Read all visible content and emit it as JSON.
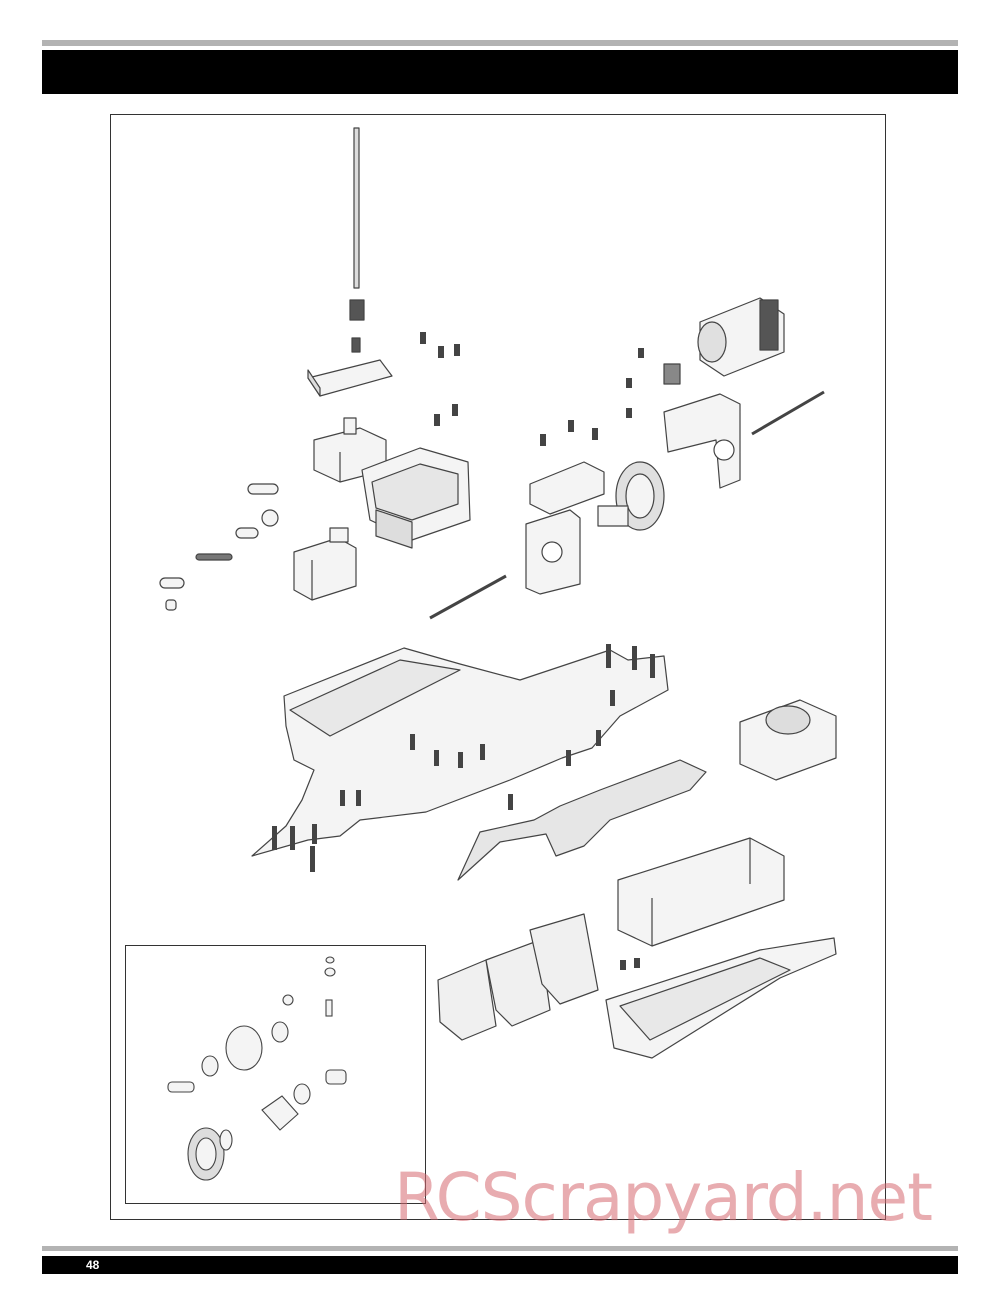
{
  "page": {
    "number": "48"
  },
  "watermark": {
    "text": "RCScrapyard.net",
    "color": "#d66870"
  },
  "diagram": {
    "description_icon": "exploded-chassis-diagram",
    "inset_icon": "exploded-differential-diagram"
  }
}
